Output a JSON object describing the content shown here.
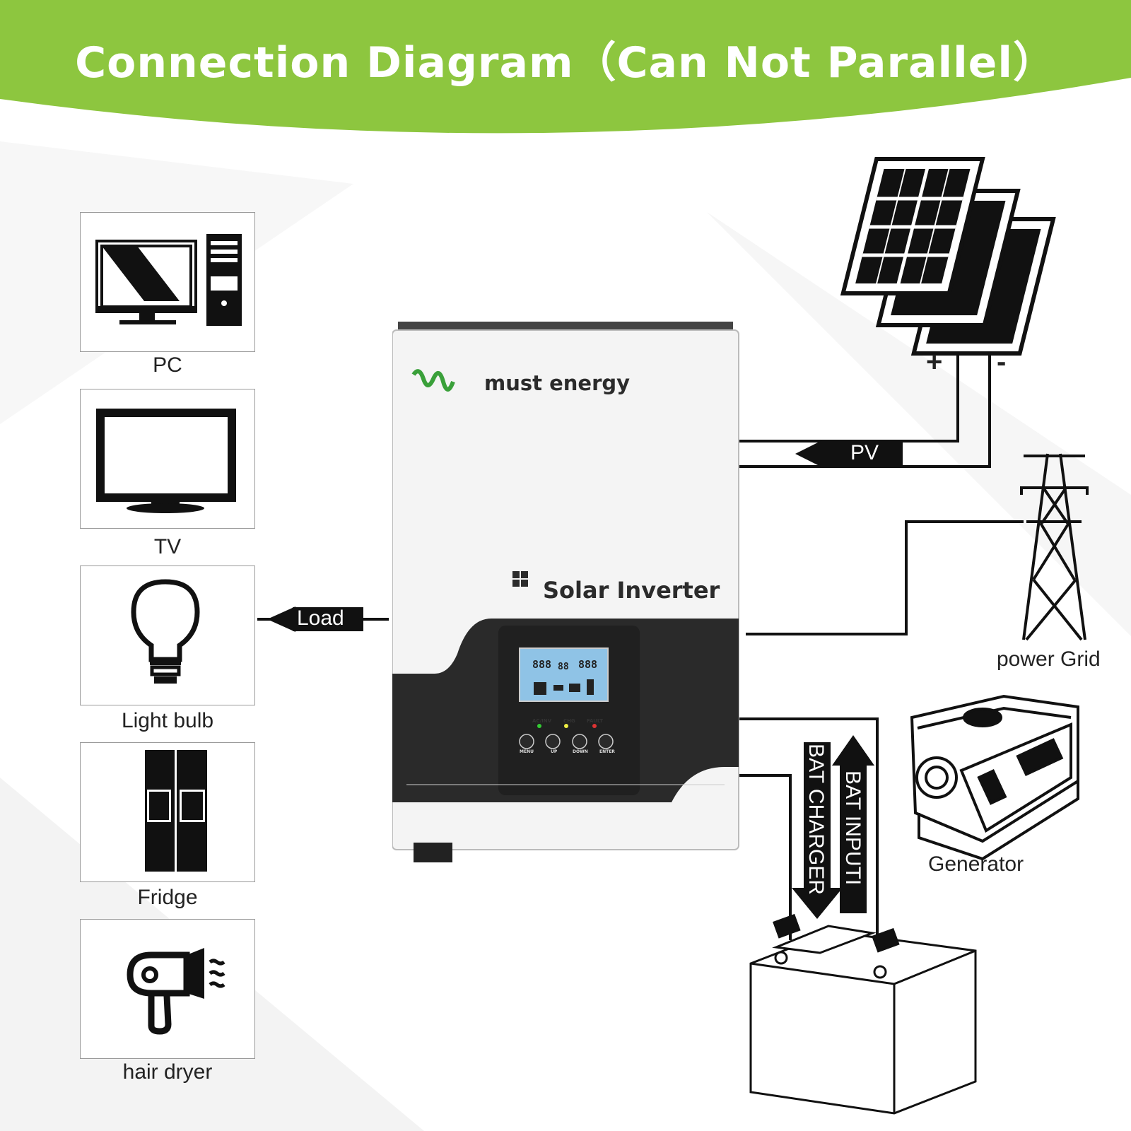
{
  "title": "Connection Diagram（Can Not Parallel）",
  "colors": {
    "banner": "#8dc63f",
    "ink": "#111111",
    "lcd": "#8fc3e6"
  },
  "appliances": [
    "PC",
    "TV",
    "Light bulb",
    "Fridge",
    "hair dryer"
  ],
  "inverter": {
    "brand": "must energy",
    "model": "Solar Inverter",
    "indicators": [
      "AC/INV",
      "CHG",
      "FAULT"
    ],
    "buttons": [
      "MENU",
      "UP",
      "DOWN",
      "ENTER"
    ]
  },
  "labels": {
    "load": "Load",
    "pv": "PV",
    "plus": "+",
    "minus": "-",
    "grid": "power Grid",
    "generator": "Generator",
    "bat_charger": "BAT CHARGER",
    "bat_input": "BAT INPUTI"
  }
}
